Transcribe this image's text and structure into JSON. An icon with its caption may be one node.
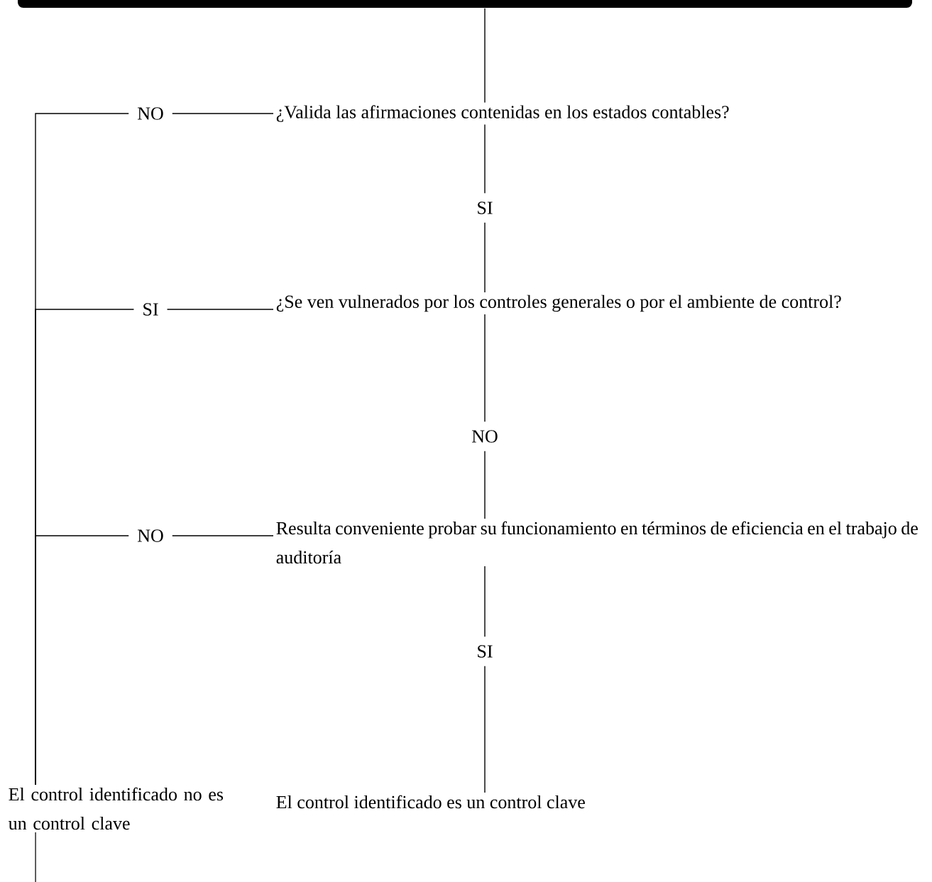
{
  "diagram": {
    "nodes": [
      {
        "text": [],
        "shape": "bar"
      },
      {
        "text": [
          "¿Valida las afirmaciones contenidas en los estados contables?"
        ]
      },
      {
        "text": [
          "¿Se ven vulnerados por los controles generales o por el ambiente de control?"
        ]
      },
      {
        "text": [
          "Resulta conveniente probar su funcionamiento en términos de eficiencia en el trabajo de auditoría"
        ]
      },
      {
        "text": [
          "El control identificado no es un control clave"
        ]
      },
      {
        "text": [
          "El control identificado es un control clave"
        ]
      }
    ],
    "edges": [
      {
        "from": 0,
        "to": 1,
        "arrow": "none"
      },
      {
        "from": 1,
        "to": 2,
        "arrow": "none",
        "label": "SI"
      },
      {
        "from": 2,
        "to": 3,
        "arrow": "none",
        "label": "NO"
      },
      {
        "from": 3,
        "to": 5,
        "arrow": "none",
        "label": "SI"
      },
      {
        "from": 1,
        "to": 4,
        "arrow": "none",
        "label": "NO"
      },
      {
        "from": 2,
        "to": 4,
        "arrow": "none",
        "label": "SI"
      },
      {
        "from": 3,
        "to": 4,
        "arrow": "none",
        "label": "NO"
      },
      {
        "from": 4,
        "to": null,
        "arrow": "none"
      }
    ]
  }
}
